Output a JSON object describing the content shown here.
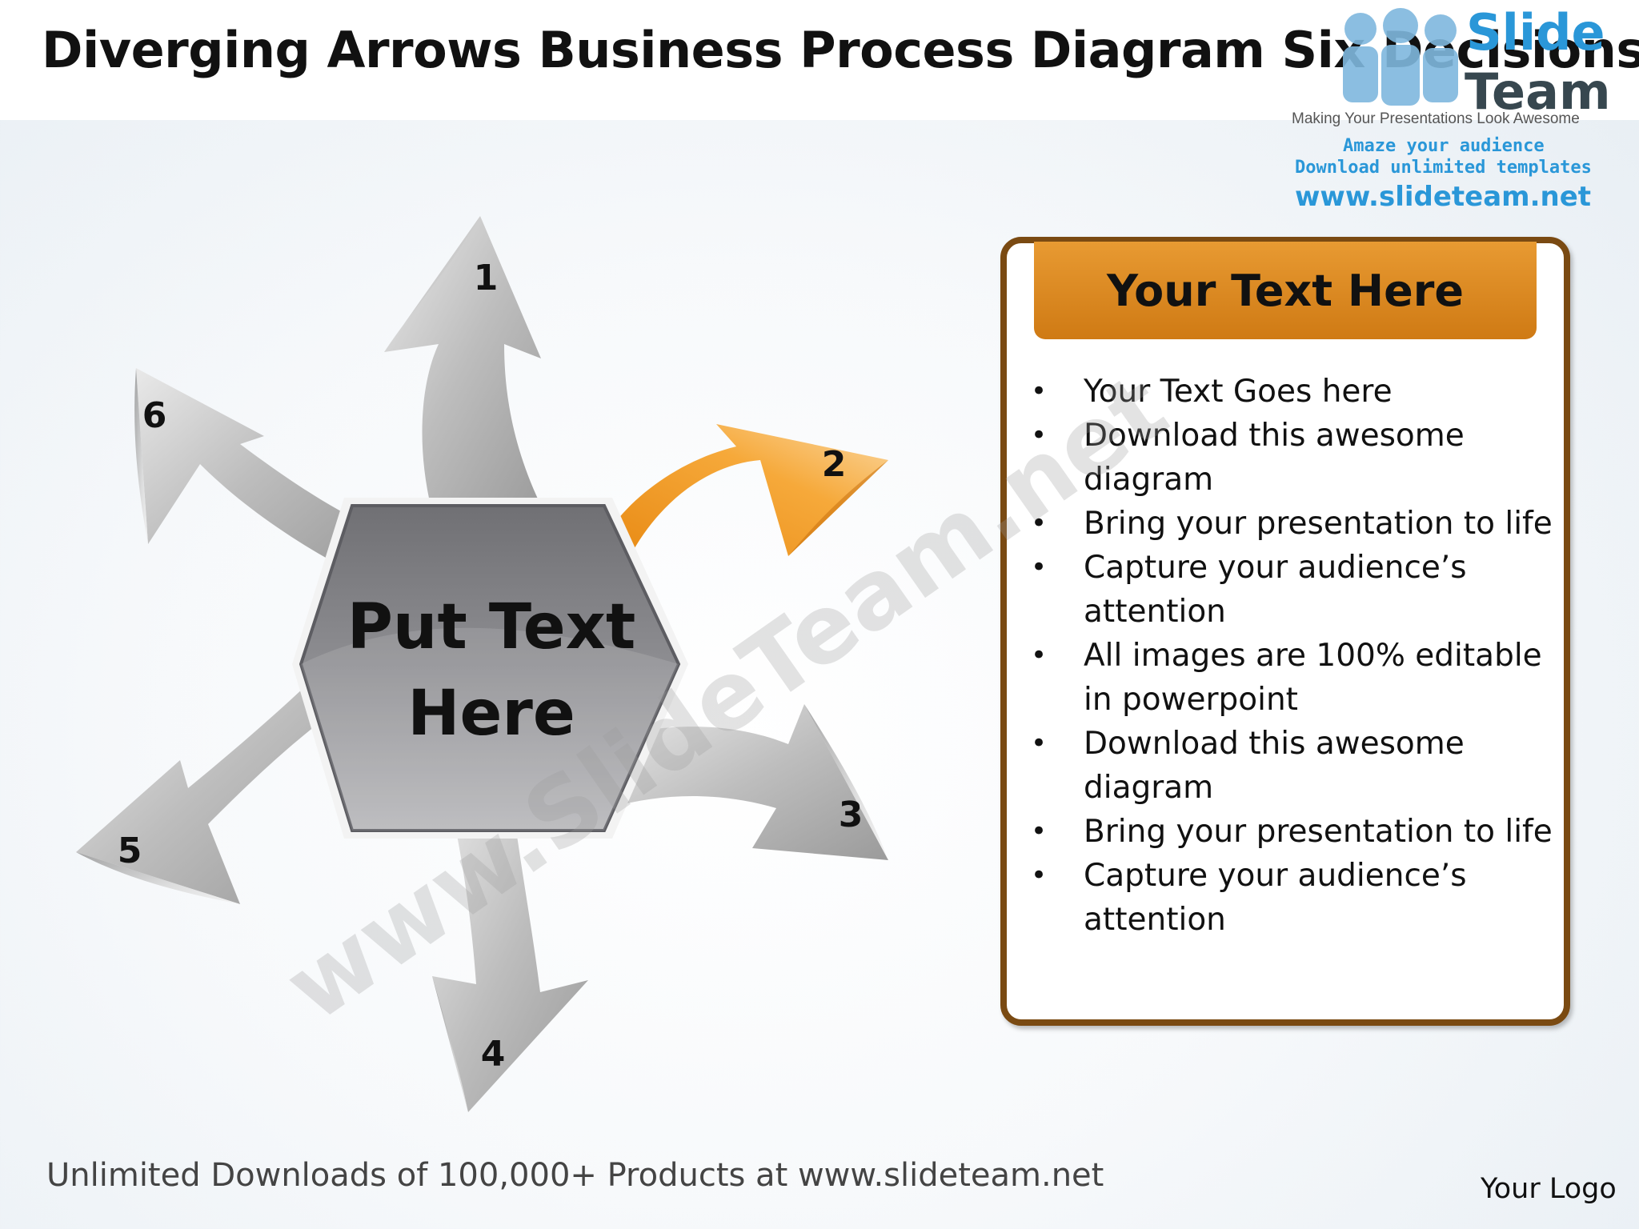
{
  "title": "Diverging Arrows Business Process Diagram Six Decisions",
  "brand": {
    "slide_word": "Slide",
    "team_word": "Team",
    "tagline": "Making Your Presentations Look Awesome",
    "promo_line1": "Amaze your audience",
    "promo_line2": "Download unlimited templates",
    "url": "www.slideteam.net"
  },
  "diagram": {
    "center_line1": "Put Text",
    "center_line2": "Here",
    "arrows": [
      {
        "number": "1",
        "color": "gray"
      },
      {
        "number": "2",
        "color": "orange"
      },
      {
        "number": "3",
        "color": "gray"
      },
      {
        "number": "4",
        "color": "gray"
      },
      {
        "number": "5",
        "color": "gray"
      },
      {
        "number": "6",
        "color": "gray"
      }
    ],
    "colors": {
      "accent": "#f0941f",
      "gray": "#b8b8b8",
      "hex": "#7f7f83"
    }
  },
  "panel": {
    "header": "Your Text Here",
    "bullets": [
      "Your Text Goes here",
      "Download this awesome diagram",
      "Bring your presentation to life",
      "Capture your audience’s attention",
      "All images are 100% editable in powerpoint",
      "Download this awesome diagram",
      "Bring your presentation to life",
      "Capture your audience’s attention"
    ]
  },
  "watermark": "www.SlideTeam.net",
  "footer": "Unlimited Downloads of 100,000+ Products at www.slideteam.net",
  "logo_placeholder": "Your Logo"
}
